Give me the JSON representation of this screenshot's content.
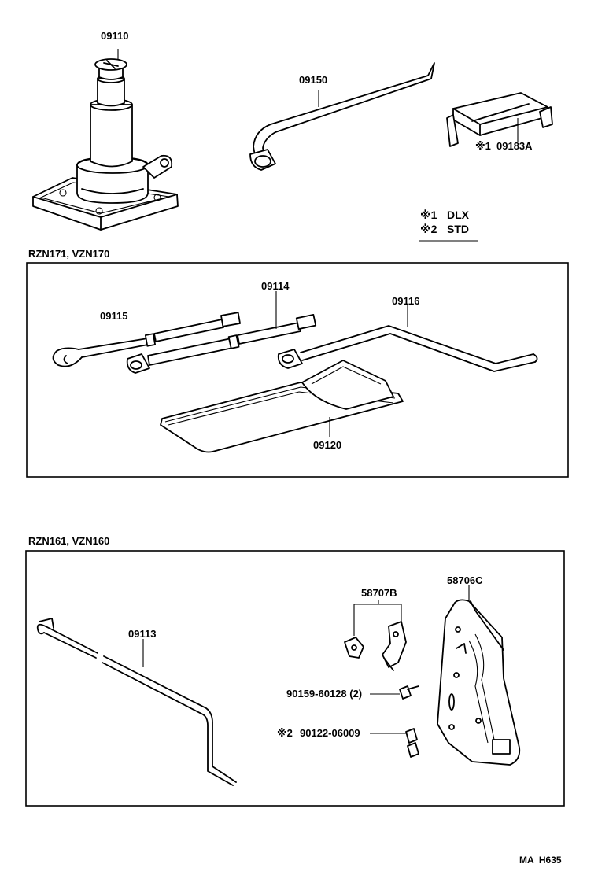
{
  "top": {
    "jack": "09110",
    "wrench": "09150",
    "bracket": "09183A",
    "bracket_mark": "※1",
    "legend": [
      {
        "mark": "※1",
        "text": "DLX"
      },
      {
        "mark": "※2",
        "text": "STD"
      }
    ]
  },
  "section1": {
    "title": "RZN171, VZN170",
    "parts": [
      "09115",
      "09114",
      "09116",
      "09120"
    ]
  },
  "section2": {
    "title": "RZN161, VZN160",
    "parts": {
      "handle": "09113",
      "clip": "58707B",
      "plate": "58706C",
      "bolt": "90159-60128 (2)",
      "wingnut_mark": "※2",
      "wingnut": "90122-06009"
    }
  },
  "code": "MA  H635"
}
